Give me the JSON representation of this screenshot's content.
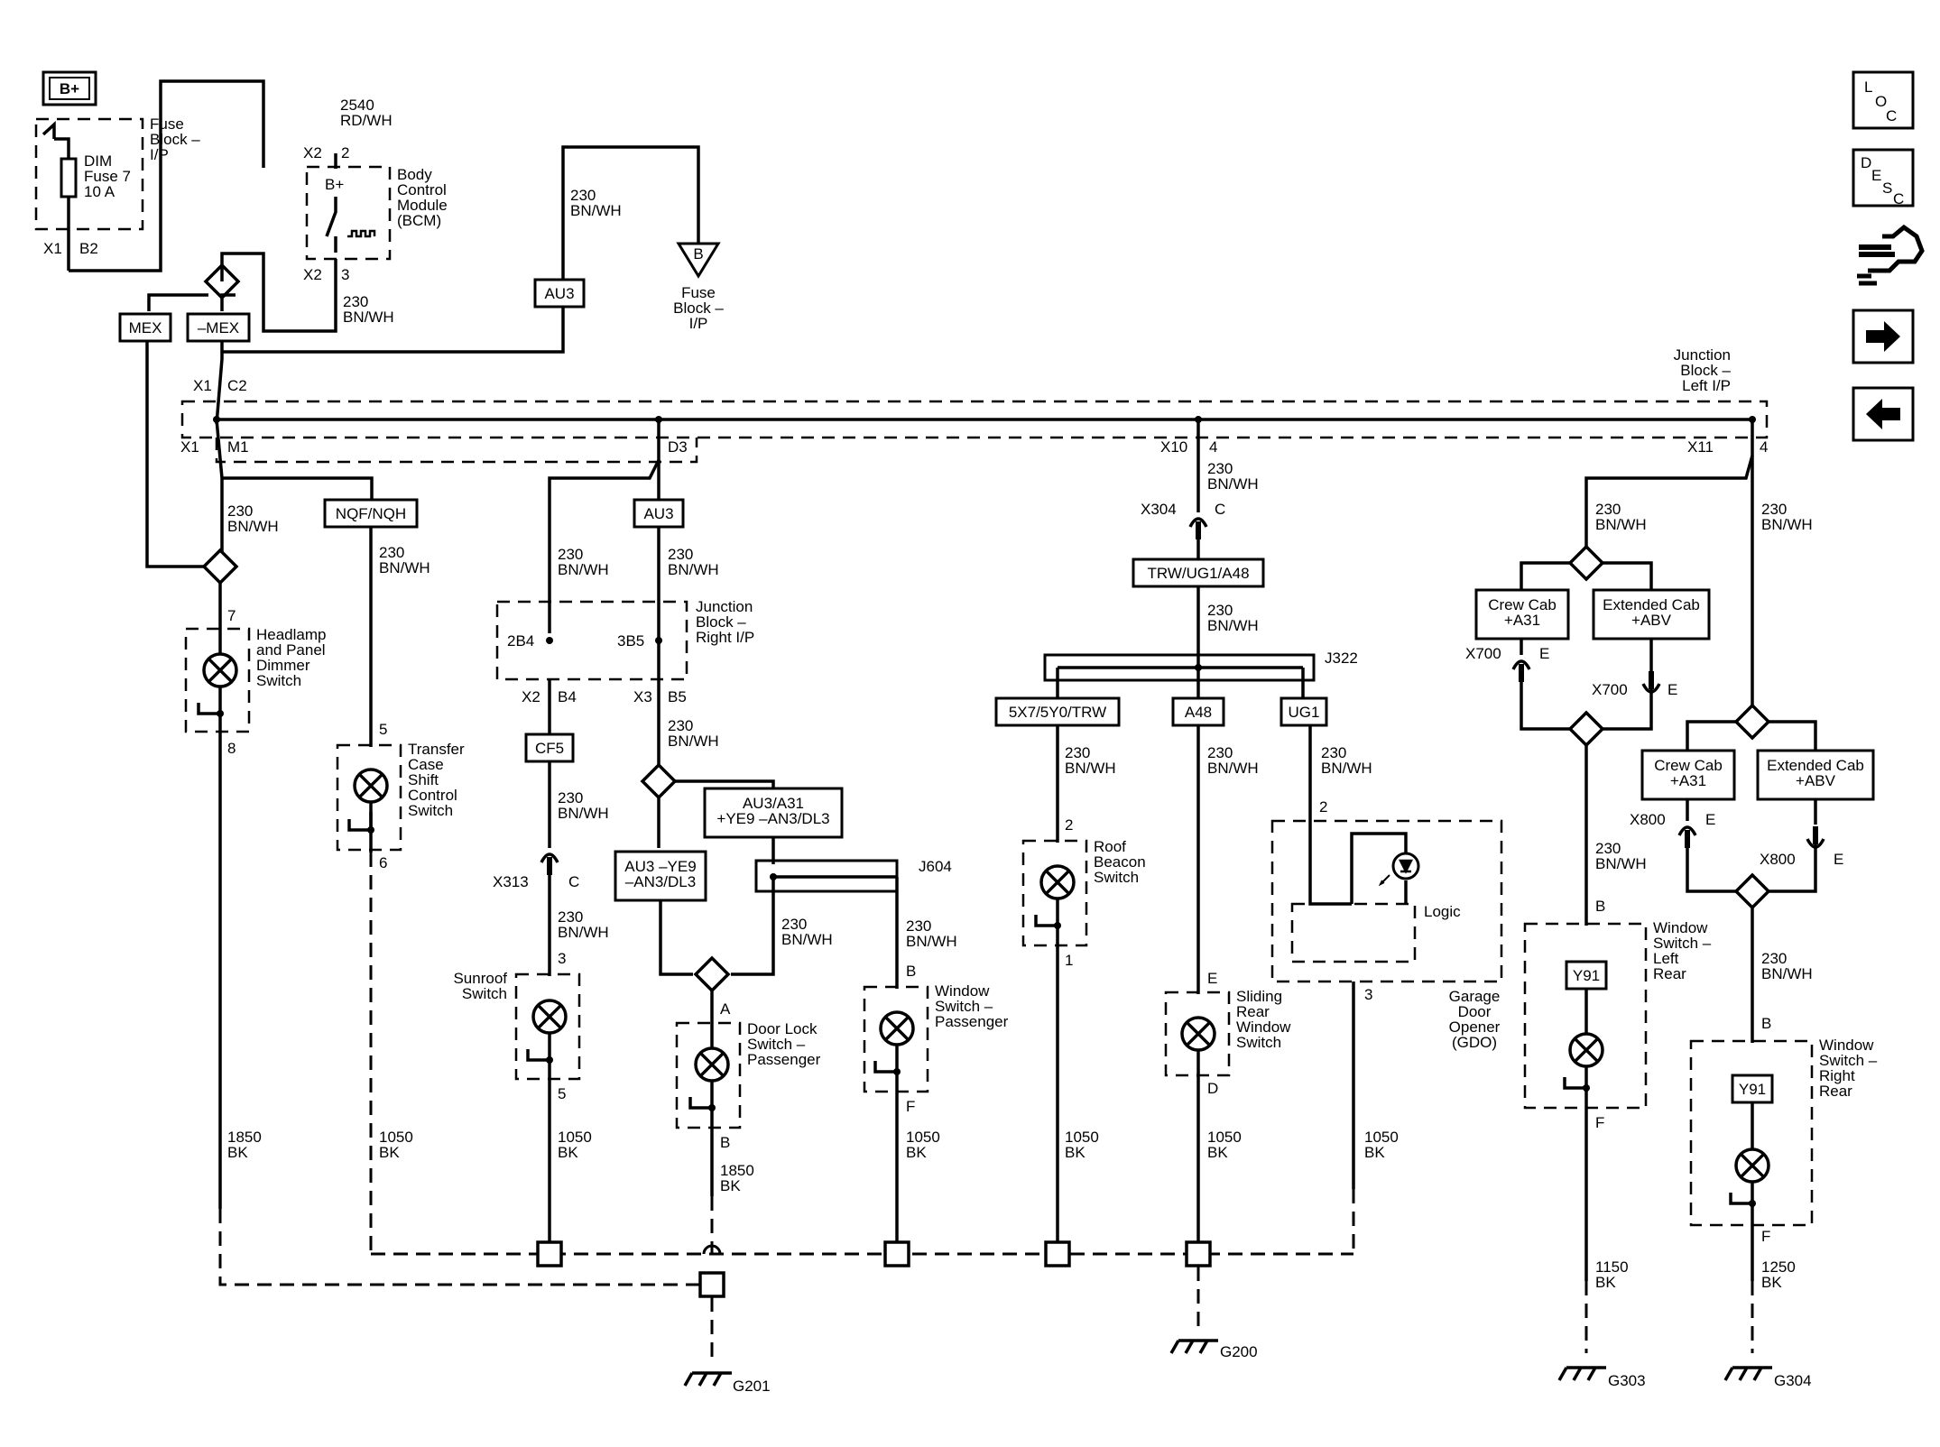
{
  "power": {
    "bplus": "B+",
    "fuse_block": "Fuse\nBlock –\nI/P",
    "fuse": "DIM\nFuse 7\n10 A",
    "fuse_conn": "X1",
    "fuse_pin": "B2"
  },
  "bcm": {
    "name": "Body\nControl\nModule\n(BCM)",
    "bplus": "B+",
    "top_wire": "2540\nRD/WH",
    "top_conn": "X2",
    "top_pin": "2",
    "bot_conn": "X2",
    "bot_pin": "3",
    "out_wire": "230\nBN/WH"
  },
  "au3_top": {
    "label": "AU3",
    "wire": "230\nBN/WH",
    "dest": "Fuse\nBlock –\nI/P",
    "dest_letter": "B"
  },
  "options": {
    "mex": "MEX",
    "not_mex": "–MEX",
    "nqf": "NQF/NQH",
    "au3": "AU3",
    "cf5": "CF5",
    "au3_a31": "AU3/A31\n+YE9 –AN3/DL3",
    "au3_ye9": "AU3 –YE9\n–AN3/DL3",
    "trw": "TRW/UG1/A48",
    "j322_1": "5X7/5Y0/TRW",
    "j322_2": "A48",
    "j322_3": "UG1",
    "crew": "Crew Cab\n+A31",
    "ext": "Extended Cab\n+ABV",
    "y91": "Y91"
  },
  "junction_left": {
    "name": "Junction\nBlock –\nLeft I/P",
    "x1": "X1",
    "c2": "C2",
    "m1": "M1",
    "d3": "D3",
    "x10": "X10",
    "x10pin": "4",
    "x11": "X11",
    "x11pin": "4"
  },
  "junction_right": {
    "name": "Junction\nBlock –\nRight I/P",
    "p1": "2B4",
    "p2": "3B5",
    "x2": "X2",
    "b4": "B4",
    "x3": "X3",
    "b5": "B5"
  },
  "wires": {
    "bnwh": "230\nBN/WH",
    "bk1850": "1850\nBK",
    "bk1050": "1050\nBK",
    "bk1150": "1150\nBK",
    "bk1250": "1250\nBK"
  },
  "switches": {
    "headlamp": {
      "name": "Headlamp\nand Panel\nDimmer\nSwitch",
      "pin_in": "7",
      "pin_out": "8"
    },
    "transfer": {
      "name": "Transfer\nCase\nShift\nControl\nSwitch",
      "pin_in": "5",
      "pin_out": "6"
    },
    "sunroof": {
      "name": "Sunroof\nSwitch",
      "pin_in": "3",
      "pin_out": "5",
      "conn": "X313",
      "conn_pin": "C"
    },
    "doorlock": {
      "name": "Door Lock\nSwitch –\nPassenger",
      "pin_in": "A",
      "pin_out": "B"
    },
    "winpass": {
      "name": "Window\nSwitch –\nPassenger",
      "pin_in": "B",
      "pin_out": "F",
      "splice": "J604"
    },
    "roof": {
      "name": "Roof\nBeacon\nSwitch",
      "pin_in": "2",
      "pin_out": "1"
    },
    "sliding": {
      "name": "Sliding\nRear\nWindow\nSwitch",
      "pin_in": "E",
      "pin_out": "D"
    },
    "gdo": {
      "name": "Garage\nDoor\nOpener\n(GDO)",
      "logic": "Logic",
      "pin_in": "2",
      "pin_out": "3"
    },
    "winlr": {
      "name": "Window\nSwitch –\nLeft\nRear",
      "pin_in": "B",
      "pin_out": "F"
    },
    "winrr": {
      "name": "Window\nSwitch –\nRight\nRear",
      "pin_in": "B",
      "pin_out": "F"
    }
  },
  "connectors": {
    "x304": "X304",
    "x304pin": "C",
    "j322": "J322",
    "x700": "X700",
    "x800": "X800",
    "pinE": "E"
  },
  "grounds": {
    "g201": "G201",
    "g200": "G200",
    "g303": "G303",
    "g304": "G304"
  },
  "nav": {
    "loc": [
      "L",
      "O",
      "C"
    ],
    "desc": [
      "D",
      "E",
      "S",
      "C"
    ]
  }
}
